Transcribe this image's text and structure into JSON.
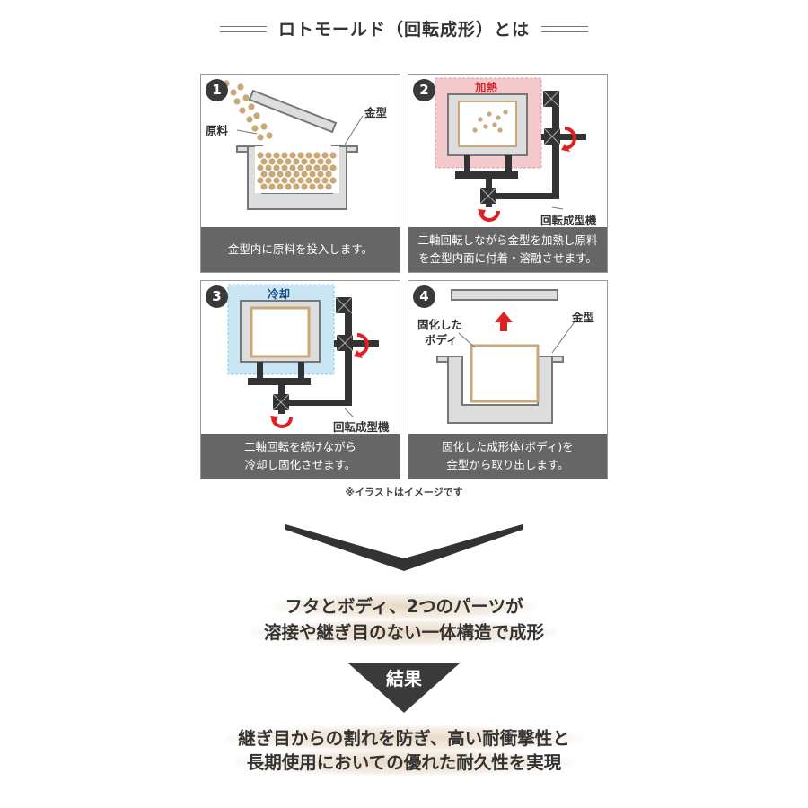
{
  "header": {
    "title": "ロトモールド（回転成形）とは"
  },
  "steps": [
    {
      "number": "1",
      "caption_lines": [
        "金型内に原料を投入します。"
      ],
      "labels": {
        "material": "原料",
        "mold": "金型"
      }
    },
    {
      "number": "2",
      "caption_lines": [
        "二軸回転しながら金型を加熱し原料",
        "を金型内面に付着・溶融させます。"
      ],
      "labels": {
        "heating": "加熱",
        "machine": "回転成型機"
      }
    },
    {
      "number": "3",
      "caption_lines": [
        "二軸回転を続けながら",
        "冷却し固化させます。"
      ],
      "labels": {
        "cooling": "冷却",
        "machine": "回転成型機"
      }
    },
    {
      "number": "4",
      "caption_lines": [
        "固化した成形体(ボディ)を",
        "金型から取り出します。"
      ],
      "labels": {
        "body_line1": "固化した",
        "body_line2": "ボディ",
        "mold": "金型"
      }
    }
  ],
  "note": "※イラストはイメージです",
  "message_lines": [
    "フタとボディ、2つのパーツが",
    "溶接や継ぎ目のない一体構造で成形"
  ],
  "result_label": "結果",
  "conclusion_lines": [
    "継ぎ目からの割れを防ぎ、高い耐衝撃性と",
    "長期使用においての優れた耐久性を実現"
  ],
  "colors": {
    "caption_bg": "#666666",
    "heat": "#f3c9cc",
    "cool": "#c9e6f5",
    "granule": "#c9a877",
    "arrow_red": "#e02020"
  },
  "icons": {
    "rotation": "rotation-arrow-icon",
    "axis_joint": "axis-joint-icon",
    "lift": "up-arrow-icon"
  }
}
